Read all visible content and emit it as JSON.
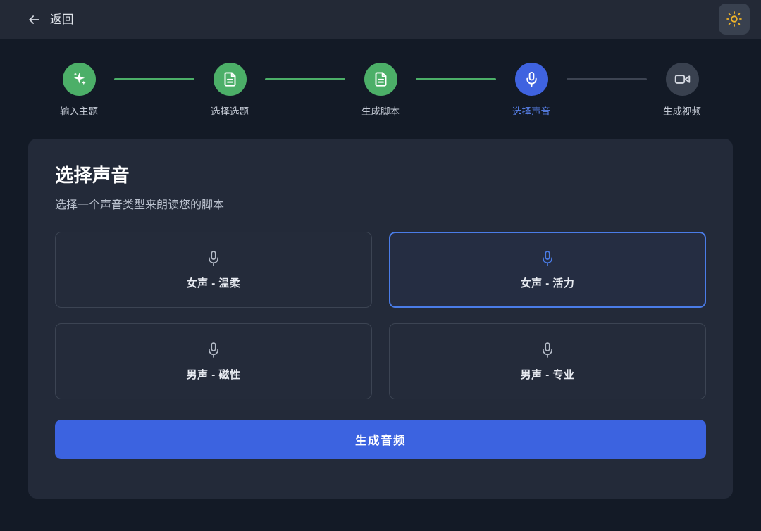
{
  "header": {
    "back_label": "返回",
    "back_icon": "arrow-left-icon",
    "theme_toggle_icon": "sun-icon",
    "theme_accent": "#f0b429",
    "bar_color": "#232936"
  },
  "stepper": {
    "active_color": "#3f63e0",
    "done_color": "#4caf68",
    "todo_color": "#39414f",
    "steps": [
      {
        "label": "输入主题",
        "icon": "sparkles-icon",
        "state": "done"
      },
      {
        "label": "选择选题",
        "icon": "document-icon",
        "state": "done"
      },
      {
        "label": "生成脚本",
        "icon": "document-icon",
        "state": "done"
      },
      {
        "label": "选择声音",
        "icon": "microphone-icon",
        "state": "active"
      },
      {
        "label": "生成视频",
        "icon": "video-camera-icon",
        "state": "todo"
      }
    ],
    "connectors": [
      "done",
      "done",
      "done",
      "todo"
    ]
  },
  "main": {
    "title": "选择声音",
    "subtitle": "选择一个声音类型来朗读您的脚本",
    "voices": [
      {
        "name": "女声 - 温柔",
        "icon": "microphone-icon",
        "selected": false
      },
      {
        "name": "女声 - 活力",
        "icon": "microphone-icon",
        "selected": true
      },
      {
        "name": "男声 - 磁性",
        "icon": "microphone-icon",
        "selected": false
      },
      {
        "name": "男声 - 专业",
        "icon": "microphone-icon",
        "selected": false
      }
    ],
    "selected_voice": "女声 - 活力",
    "submit_label": "生成音频",
    "submit_color": "#3c63e0",
    "card_color": "#232a39"
  },
  "page": {
    "background": "#131a26"
  }
}
